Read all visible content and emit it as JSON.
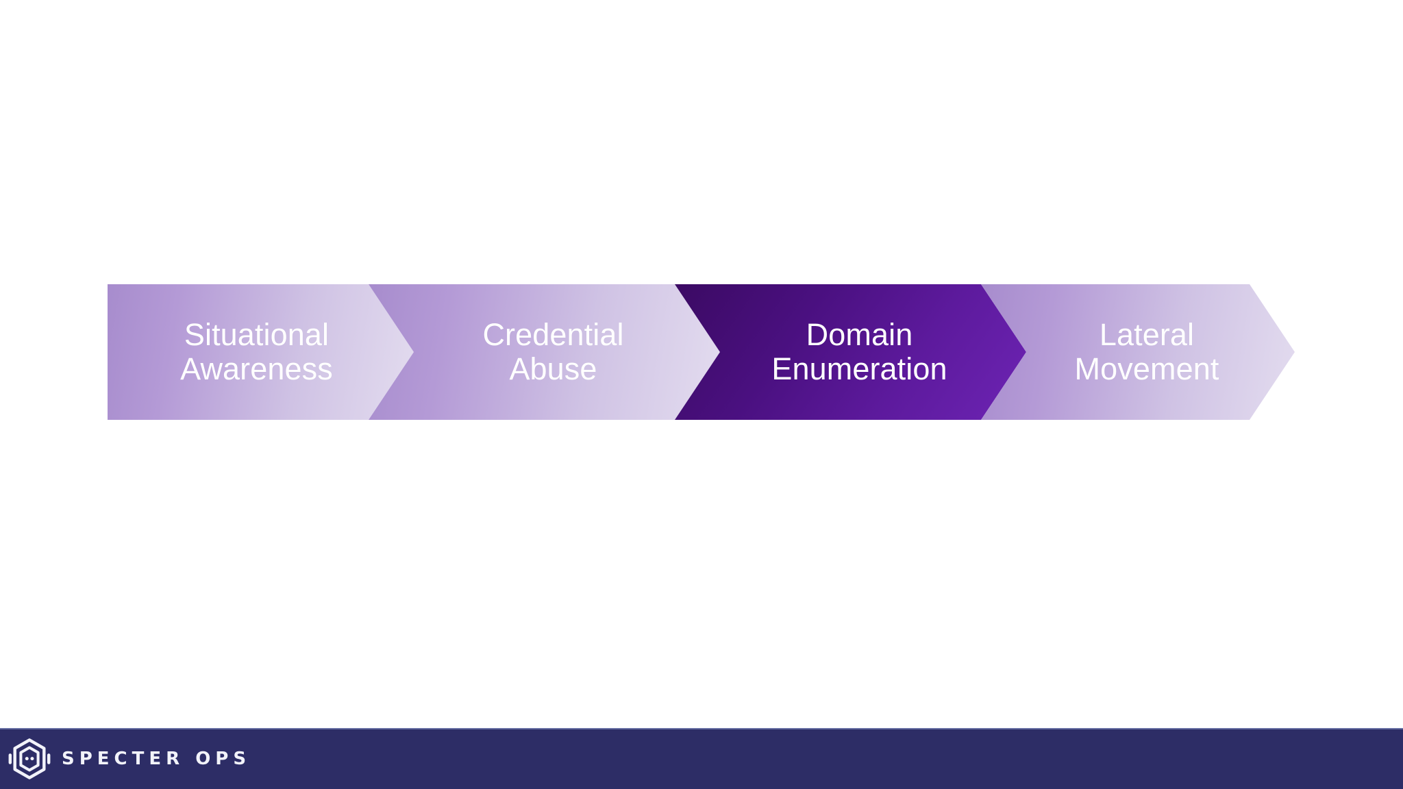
{
  "slide": {
    "background_color": "#ffffff"
  },
  "process": {
    "name": "attack-path-process",
    "active_index": 2,
    "colors": {
      "inactive_start": "#a78ccd",
      "inactive_end": "#e3dcef",
      "active_start": "#3b0a63",
      "active_end": "#6d24b4",
      "label_color": "#ffffff"
    },
    "steps": [
      {
        "id": "situational-awareness",
        "label": "Situational\nAwareness",
        "active": false
      },
      {
        "id": "credential-abuse",
        "label": "Credential\nAbuse",
        "active": false
      },
      {
        "id": "domain-enumeration",
        "label": "Domain\nEnumeration",
        "active": true
      },
      {
        "id": "lateral-movement",
        "label": "Lateral\nMovement",
        "active": false
      }
    ]
  },
  "footer": {
    "background_color": "#2d2d66",
    "brand": {
      "wordmark": "SPECTER OPS",
      "mark_icon": "specterops-hexagon-logo-icon",
      "mark_color": "#f2f3fa"
    }
  }
}
